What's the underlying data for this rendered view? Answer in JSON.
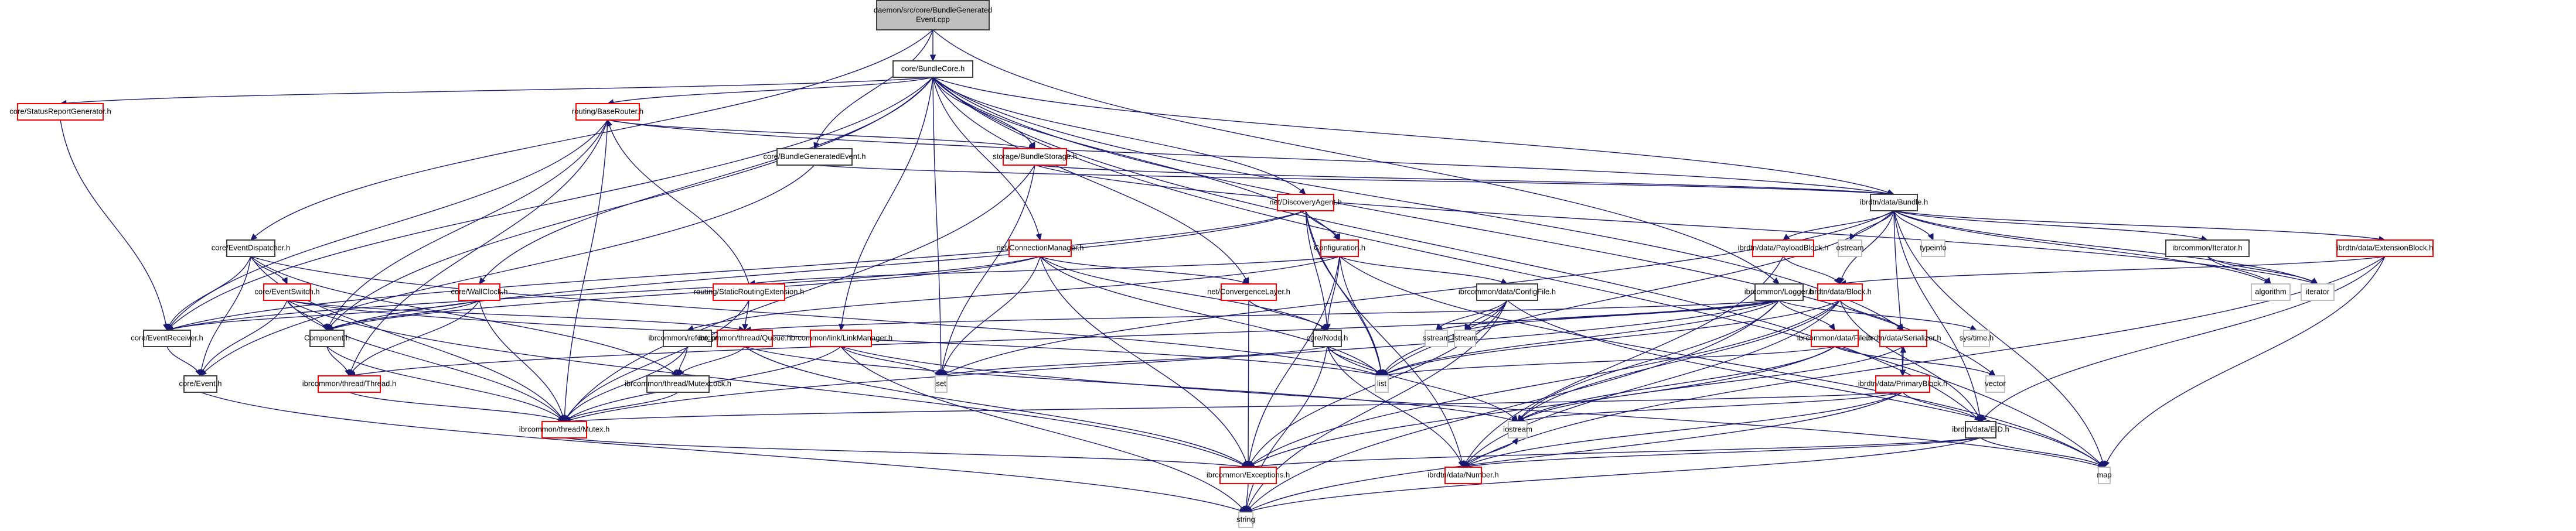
{
  "title": "daemon/src/core/BundleGeneratedEvent.cpp include dependency graph",
  "colors": {
    "edge": "#191970",
    "root_fill": "#bfbfbf",
    "normal_border": "#404040",
    "truncated_border": "#ff0000",
    "system_border": "#bfbfbf"
  },
  "nodes": [
    {
      "id": "root",
      "label": [
        "daemon/src/core/BundleGenerated",
        "Event.cpp"
      ],
      "kind": "root"
    },
    {
      "id": "BundleCore",
      "label": [
        "core/BundleCore.h"
      ],
      "kind": "normal"
    },
    {
      "id": "StatusReportGenerator",
      "label": [
        "core/StatusReportGenerator.h"
      ],
      "kind": "truncated"
    },
    {
      "id": "BaseRouter",
      "label": [
        "routing/BaseRouter.h"
      ],
      "kind": "truncated"
    },
    {
      "id": "BundleGeneratedEvent",
      "label": [
        "core/BundleGeneratedEvent.h"
      ],
      "kind": "normal"
    },
    {
      "id": "BundleStorage",
      "label": [
        "storage/BundleStorage.h"
      ],
      "kind": "truncated"
    },
    {
      "id": "DiscoveryAgent",
      "label": [
        "net/DiscoveryAgent.h"
      ],
      "kind": "truncated"
    },
    {
      "id": "Bundle",
      "label": [
        "ibrdtn/data/Bundle.h"
      ],
      "kind": "normal"
    },
    {
      "id": "EventDispatcher",
      "label": [
        "core/EventDispatcher.h"
      ],
      "kind": "normal"
    },
    {
      "id": "ConnectionManager",
      "label": [
        "net/ConnectionManager.h"
      ],
      "kind": "truncated"
    },
    {
      "id": "Configuration",
      "label": [
        "Configuration.h"
      ],
      "kind": "truncated"
    },
    {
      "id": "PayloadBlock",
      "label": [
        "ibrdtn/data/PayloadBlock.h"
      ],
      "kind": "truncated"
    },
    {
      "id": "ostream",
      "label": [
        "ostream"
      ],
      "kind": "system"
    },
    {
      "id": "typeinfo",
      "label": [
        "typeinfo"
      ],
      "kind": "system"
    },
    {
      "id": "Iterator",
      "label": [
        "ibrcommon/Iterator.h"
      ],
      "kind": "normal"
    },
    {
      "id": "ExtensionBlock",
      "label": [
        "ibrdtn/data/ExtensionBlock.h"
      ],
      "kind": "truncated"
    },
    {
      "id": "EventSwitch",
      "label": [
        "core/EventSwitch.h"
      ],
      "kind": "truncated"
    },
    {
      "id": "WallClock",
      "label": [
        "core/WallClock.h"
      ],
      "kind": "truncated"
    },
    {
      "id": "StaticRoutingExtension",
      "label": [
        "routing/StaticRoutingExtension.h"
      ],
      "kind": "truncated"
    },
    {
      "id": "ConvergenceLayer",
      "label": [
        "net/ConvergenceLayer.h"
      ],
      "kind": "truncated"
    },
    {
      "id": "ConfigFile",
      "label": [
        "ibrcommon/data/ConfigFile.h"
      ],
      "kind": "normal"
    },
    {
      "id": "Logger",
      "label": [
        "ibrcommon/Logger.h"
      ],
      "kind": "normal"
    },
    {
      "id": "Block",
      "label": [
        "ibrdtn/data/Block.h"
      ],
      "kind": "truncated"
    },
    {
      "id": "algorithm",
      "label": [
        "algorithm"
      ],
      "kind": "system"
    },
    {
      "id": "iterator",
      "label": [
        "iterator"
      ],
      "kind": "system"
    },
    {
      "id": "EventReceiver",
      "label": [
        "core/EventReceiver.h"
      ],
      "kind": "normal"
    },
    {
      "id": "Component",
      "label": [
        "Component.h"
      ],
      "kind": "normal"
    },
    {
      "id": "refcnt_ptr",
      "label": [
        "ibrcommon/refcnt_ptr.h"
      ],
      "kind": "normal"
    },
    {
      "id": "Queue",
      "label": [
        "ibrcommon/thread/Queue.h"
      ],
      "kind": "truncated"
    },
    {
      "id": "LinkManager",
      "label": [
        "ibrcommon/link/LinkManager.h"
      ],
      "kind": "truncated"
    },
    {
      "id": "Node",
      "label": [
        "core/Node.h"
      ],
      "kind": "normal"
    },
    {
      "id": "sstream",
      "label": [
        "sstream"
      ],
      "kind": "system"
    },
    {
      "id": "fstream",
      "label": [
        "fstream"
      ],
      "kind": "system"
    },
    {
      "id": "File",
      "label": [
        "ibrcommon/data/File.h"
      ],
      "kind": "truncated"
    },
    {
      "id": "Serializer",
      "label": [
        "ibrdtn/data/Serializer.h"
      ],
      "kind": "truncated"
    },
    {
      "id": "systime",
      "label": [
        "sys/time.h"
      ],
      "kind": "system"
    },
    {
      "id": "Event",
      "label": [
        "core/Event.h"
      ],
      "kind": "normal"
    },
    {
      "id": "Thread",
      "label": [
        "ibrcommon/thread/Thread.h"
      ],
      "kind": "truncated"
    },
    {
      "id": "MutexLock",
      "label": [
        "ibrcommon/thread/MutexLock.h"
      ],
      "kind": "normal"
    },
    {
      "id": "set",
      "label": [
        "set"
      ],
      "kind": "system"
    },
    {
      "id": "list",
      "label": [
        "list"
      ],
      "kind": "system"
    },
    {
      "id": "vector",
      "label": [
        "vector"
      ],
      "kind": "system"
    },
    {
      "id": "PrimaryBlock",
      "label": [
        "ibrdtn/data/PrimaryBlock.h"
      ],
      "kind": "truncated"
    },
    {
      "id": "iostream",
      "label": [
        "iostream"
      ],
      "kind": "system"
    },
    {
      "id": "EID",
      "label": [
        "ibrdtn/data/EID.h"
      ],
      "kind": "normal"
    },
    {
      "id": "Mutex",
      "label": [
        "ibrcommon/thread/Mutex.h"
      ],
      "kind": "truncated"
    },
    {
      "id": "Exceptions",
      "label": [
        "ibrcommon/Exceptions.h"
      ],
      "kind": "truncated"
    },
    {
      "id": "Number",
      "label": [
        "ibrdtn/data/Number.h"
      ],
      "kind": "truncated"
    },
    {
      "id": "map",
      "label": [
        "map"
      ],
      "kind": "system"
    },
    {
      "id": "string",
      "label": [
        "string"
      ],
      "kind": "system"
    }
  ],
  "edges": [
    [
      "root",
      "BundleCore"
    ],
    [
      "root",
      "BundleGeneratedEvent"
    ],
    [
      "root",
      "EventDispatcher"
    ],
    [
      "root",
      "Logger"
    ],
    [
      "BundleCore",
      "StatusReportGenerator"
    ],
    [
      "BundleCore",
      "BaseRouter"
    ],
    [
      "BundleCore",
      "BundleStorage"
    ],
    [
      "BundleCore",
      "DiscoveryAgent"
    ],
    [
      "BundleCore",
      "ConnectionManager"
    ],
    [
      "BundleCore",
      "Configuration"
    ],
    [
      "BundleCore",
      "WallClock"
    ],
    [
      "BundleCore",
      "ConvergenceLayer"
    ],
    [
      "BundleCore",
      "EventReceiver"
    ],
    [
      "BundleCore",
      "Component"
    ],
    [
      "BundleCore",
      "LinkManager"
    ],
    [
      "BundleCore",
      "set"
    ],
    [
      "BundleCore",
      "map"
    ],
    [
      "BundleCore",
      "Serializer"
    ],
    [
      "BundleCore",
      "EID"
    ],
    [
      "BundleCore",
      "vector"
    ],
    [
      "BundleCore",
      "Bundle"
    ],
    [
      "StatusReportGenerator",
      "EventReceiver"
    ],
    [
      "BaseRouter",
      "BundleStorage"
    ],
    [
      "BaseRouter",
      "Component"
    ],
    [
      "BaseRouter",
      "EventReceiver"
    ],
    [
      "BaseRouter",
      "Thread"
    ],
    [
      "BaseRouter",
      "Mutex"
    ],
    [
      "BaseRouter",
      "Bundle"
    ],
    [
      "BundleGeneratedEvent",
      "Bundle"
    ],
    [
      "BundleGeneratedEvent",
      "Event"
    ],
    [
      "BundleStorage",
      "Bundle"
    ],
    [
      "BundleStorage",
      "set"
    ],
    [
      "BundleStorage",
      "Mutex"
    ],
    [
      "BundleStorage",
      "iterator"
    ],
    [
      "DiscoveryAgent",
      "Configuration"
    ],
    [
      "DiscoveryAgent",
      "Node"
    ],
    [
      "DiscoveryAgent",
      "list"
    ],
    [
      "DiscoveryAgent",
      "Number"
    ],
    [
      "DiscoveryAgent",
      "Component"
    ],
    [
      "DiscoveryAgent",
      "EventReceiver"
    ],
    [
      "ConnectionManager",
      "ConvergenceLayer"
    ],
    [
      "ConnectionManager",
      "Node"
    ],
    [
      "ConnectionManager",
      "set"
    ],
    [
      "ConnectionManager",
      "Exceptions"
    ],
    [
      "ConnectionManager",
      "Component"
    ],
    [
      "ConnectionManager",
      "EventReceiver"
    ],
    [
      "ConnectionManager",
      "list"
    ],
    [
      "Configuration",
      "ConfigFile"
    ],
    [
      "Configuration",
      "Node"
    ],
    [
      "Configuration",
      "list"
    ],
    [
      "Configuration",
      "Exceptions"
    ],
    [
      "Configuration",
      "StaticRoutingExtension"
    ],
    [
      "Configuration",
      "map"
    ],
    [
      "Configuration",
      "refcnt_ptr"
    ],
    [
      "Bundle",
      "PayloadBlock"
    ],
    [
      "Bundle",
      "ostream"
    ],
    [
      "Bundle",
      "typeinfo"
    ],
    [
      "Bundle",
      "Iterator"
    ],
    [
      "Bundle",
      "ExtensionBlock"
    ],
    [
      "Bundle",
      "Block"
    ],
    [
      "Bundle",
      "PrimaryBlock"
    ],
    [
      "Bundle",
      "algorithm"
    ],
    [
      "Bundle",
      "iterator"
    ],
    [
      "Bundle",
      "list"
    ],
    [
      "Bundle",
      "set"
    ],
    [
      "Bundle",
      "EID"
    ],
    [
      "Bundle",
      "map"
    ],
    [
      "Iterator",
      "algorithm"
    ],
    [
      "Iterator",
      "iterator"
    ],
    [
      "ExtensionBlock",
      "Block"
    ],
    [
      "ExtensionBlock",
      "EID"
    ],
    [
      "ExtensionBlock",
      "Number"
    ],
    [
      "ExtensionBlock",
      "map"
    ],
    [
      "PayloadBlock",
      "Block"
    ],
    [
      "PayloadBlock",
      "Number"
    ],
    [
      "EventDispatcher",
      "EventSwitch"
    ],
    [
      "EventDispatcher",
      "EventReceiver"
    ],
    [
      "EventDispatcher",
      "Event"
    ],
    [
      "EventDispatcher",
      "MutexLock"
    ],
    [
      "EventDispatcher",
      "Mutex"
    ],
    [
      "EventDispatcher",
      "list"
    ],
    [
      "EventSwitch",
      "Component"
    ],
    [
      "EventSwitch",
      "Event"
    ],
    [
      "EventSwitch",
      "Exceptions"
    ],
    [
      "EventSwitch",
      "Mutex"
    ],
    [
      "EventSwitch",
      "Queue"
    ],
    [
      "EventSwitch",
      "list"
    ],
    [
      "WallClock",
      "Component"
    ],
    [
      "WallClock",
      "Thread"
    ],
    [
      "WallClock",
      "Mutex"
    ],
    [
      "WallClock",
      "EventReceiver"
    ],
    [
      "StaticRoutingExtension",
      "Queue"
    ],
    [
      "StaticRoutingExtension",
      "Mutex"
    ],
    [
      "StaticRoutingExtension",
      "BaseRouter"
    ],
    [
      "ConvergenceLayer",
      "Node"
    ],
    [
      "ConvergenceLayer",
      "Exceptions"
    ],
    [
      "ConfigFile",
      "sstream"
    ],
    [
      "ConfigFile",
      "fstream"
    ],
    [
      "ConfigFile",
      "map"
    ],
    [
      "ConfigFile",
      "string"
    ],
    [
      "ConfigFile",
      "list"
    ],
    [
      "ConfigFile",
      "Exceptions"
    ],
    [
      "Logger",
      "sstream"
    ],
    [
      "Logger",
      "fstream"
    ],
    [
      "Logger",
      "iostream"
    ],
    [
      "Logger",
      "File"
    ],
    [
      "Logger",
      "list"
    ],
    [
      "Logger",
      "systime"
    ],
    [
      "Logger",
      "Queue"
    ],
    [
      "Logger",
      "Thread"
    ],
    [
      "Logger",
      "Mutex"
    ],
    [
      "Logger",
      "string"
    ],
    [
      "Block",
      "Serializer"
    ],
    [
      "Block",
      "list"
    ],
    [
      "Block",
      "EID"
    ],
    [
      "Block",
      "Number"
    ],
    [
      "Block",
      "Exceptions"
    ],
    [
      "Block",
      "iostream"
    ],
    [
      "EventReceiver",
      "Event"
    ],
    [
      "Component",
      "Thread"
    ],
    [
      "Component",
      "Mutex"
    ],
    [
      "refcnt_ptr",
      "MutexLock"
    ],
    [
      "refcnt_ptr",
      "Mutex"
    ],
    [
      "Queue",
      "MutexLock"
    ],
    [
      "Queue",
      "Exceptions"
    ],
    [
      "Queue",
      "iostream"
    ],
    [
      "LinkManager",
      "Mutex"
    ],
    [
      "LinkManager",
      "set"
    ],
    [
      "LinkManager",
      "string"
    ],
    [
      "LinkManager",
      "map"
    ],
    [
      "Node",
      "set"
    ],
    [
      "Node",
      "list"
    ],
    [
      "Node",
      "string"
    ],
    [
      "Node",
      "iostream"
    ],
    [
      "Node",
      "Number"
    ],
    [
      "File",
      "iostream"
    ],
    [
      "File",
      "Exceptions"
    ],
    [
      "File",
      "list"
    ],
    [
      "File",
      "vector"
    ],
    [
      "Serializer",
      "PrimaryBlock"
    ],
    [
      "Serializer",
      "iostream"
    ],
    [
      "PrimaryBlock",
      "Serializer"
    ],
    [
      "PrimaryBlock",
      "EID"
    ],
    [
      "PrimaryBlock",
      "Number"
    ],
    [
      "PrimaryBlock",
      "string"
    ],
    [
      "PrimaryBlock",
      "iostream"
    ],
    [
      "PrimaryBlock",
      "Mutex"
    ],
    [
      "EID",
      "Exceptions"
    ],
    [
      "EID",
      "Number"
    ],
    [
      "EID",
      "map"
    ],
    [
      "EID",
      "string"
    ],
    [
      "Event",
      "string"
    ],
    [
      "Thread",
      "Mutex"
    ],
    [
      "MutexLock",
      "Mutex"
    ],
    [
      "Mutex",
      "Exceptions"
    ],
    [
      "Exceptions",
      "string"
    ],
    [
      "Number",
      "iostream"
    ]
  ]
}
